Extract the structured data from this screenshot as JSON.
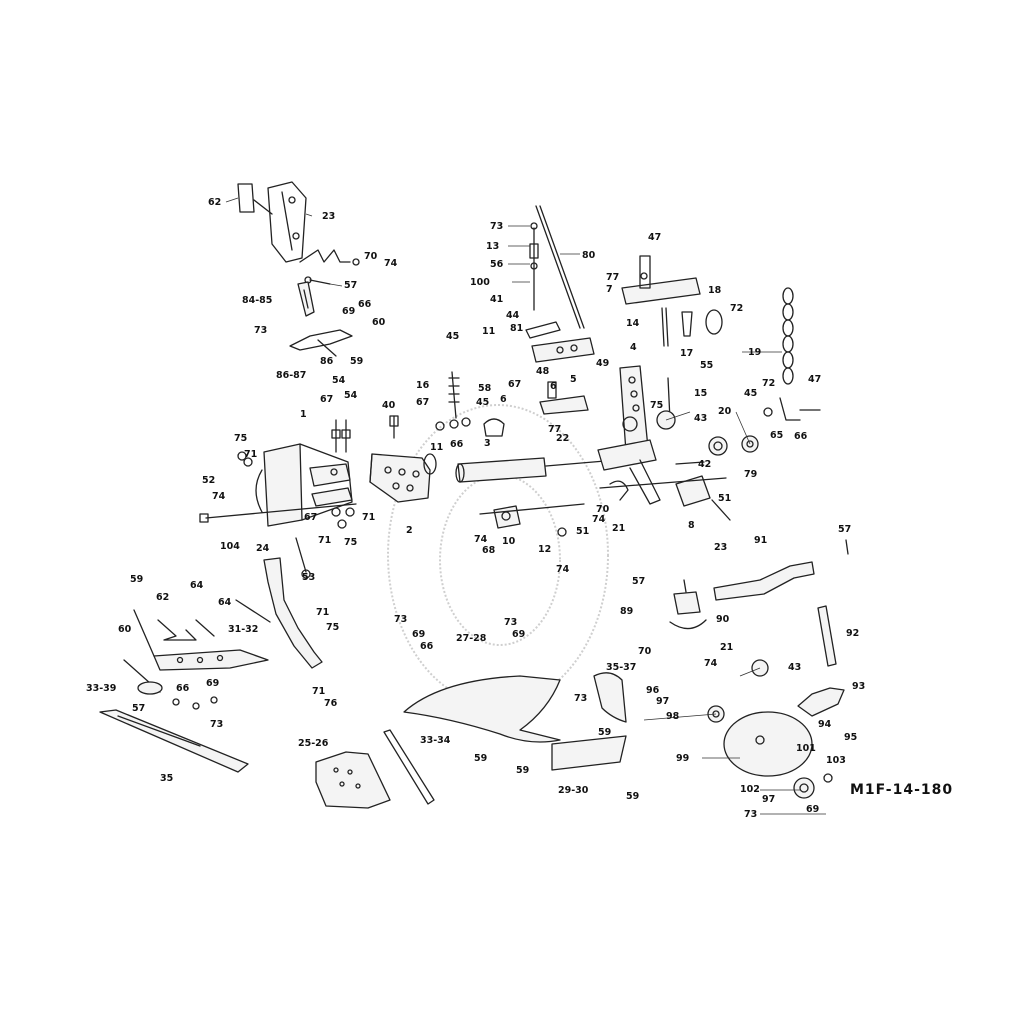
{
  "drawing_code": "M1F-14-180",
  "callouts": {
    "c1": "62",
    "c2": "23",
    "c3": "70",
    "c4": "74",
    "c5": "57",
    "c6": "84-85",
    "c7": "69",
    "c8": "66",
    "c9": "60",
    "c10": "73",
    "c11": "86",
    "c12": "59",
    "c13": "86-87",
    "c14": "73",
    "c15": "13",
    "c16": "56",
    "c17": "100",
    "c18": "41",
    "c19": "44",
    "c20": "80",
    "c21": "81",
    "c22": "47",
    "c23": "77",
    "c24": "7",
    "c25": "18",
    "c26": "72",
    "c27": "14",
    "c28": "17",
    "c29": "55",
    "c30": "19",
    "c31": "45",
    "c32": "11",
    "c33": "58",
    "c34": "67",
    "c35": "5",
    "c36": "4",
    "c37": "49",
    "c38": "16",
    "c39": "48",
    "c40": "6",
    "c41": "15",
    "c42": "45",
    "c43": "72",
    "c44": "47",
    "c45": "54",
    "c46": "67",
    "c47": "54",
    "c48": "40",
    "c49": "67",
    "c50": "45",
    "c51": "6",
    "c52": "77",
    "c53": "75",
    "c54": "43",
    "c55": "20",
    "c56": "22",
    "c57": "1",
    "c58": "75",
    "c59": "71",
    "c60": "11",
    "c61": "66",
    "c62": "3",
    "c63": "65",
    "c64": "66",
    "c65": "79",
    "c66": "42",
    "c67": "52",
    "c68": "74",
    "c69": "67",
    "c70": "71",
    "c71": "71",
    "c72": "75",
    "c73": "2",
    "c74": "53",
    "c75": "74",
    "c76": "68",
    "c77": "10",
    "c78": "12",
    "c79": "51",
    "c80": "74",
    "c81": "70",
    "c82": "74",
    "c83": "21",
    "c84": "51",
    "c85": "8",
    "c86": "23",
    "c87": "91",
    "c88": "57",
    "c89": "104",
    "c90": "24",
    "c91": "59",
    "c92": "64",
    "c93": "62",
    "c94": "64",
    "c95": "71",
    "c96": "75",
    "c97": "31-32",
    "c98": "60",
    "c99": "57",
    "c100": "89",
    "c101": "90",
    "c102": "92",
    "c103": "73",
    "c104": "69",
    "c105": "66",
    "c106": "27-28",
    "c107": "73",
    "c108": "69",
    "c109": "21",
    "c110": "70",
    "c111": "74",
    "c112": "43",
    "c113": "33-39",
    "c114": "66",
    "c115": "69",
    "c116": "71",
    "c117": "76",
    "c118": "73",
    "c119": "57",
    "c120": "35-37",
    "c121": "96",
    "c122": "93",
    "c123": "97",
    "c124": "98",
    "c125": "94",
    "c126": "95",
    "c127": "73",
    "c128": "59",
    "c129": "35",
    "c130": "25-26",
    "c131": "33-34",
    "c132": "59",
    "c133": "59",
    "c134": "29-30",
    "c135": "59",
    "c136": "99",
    "c137": "101",
    "c138": "103",
    "c139": "102",
    "c140": "97",
    "c141": "73",
    "c142": "69"
  }
}
